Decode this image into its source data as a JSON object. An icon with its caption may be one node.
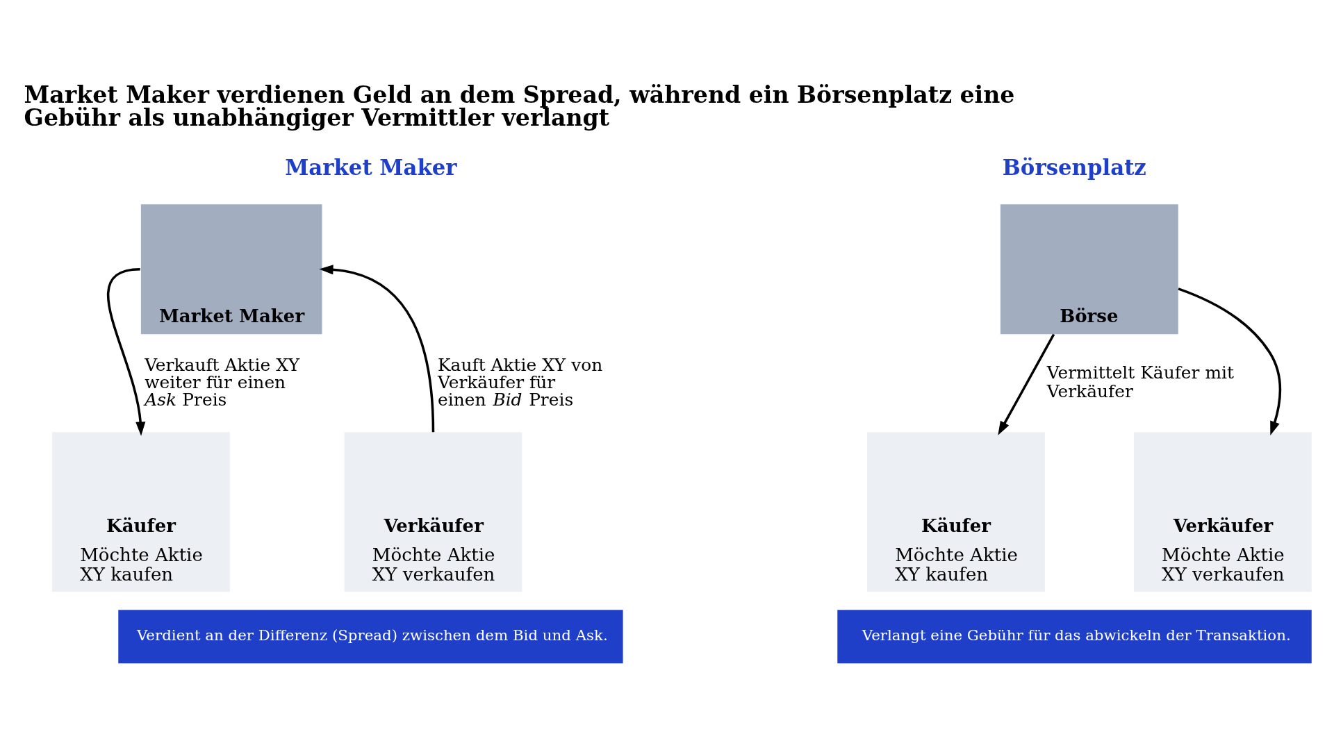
{
  "diagram": {
    "title": "Market Maker verdienen Geld an dem Spread, während ein Börsenplatz eine Gebühr als unabhängiger Vermittler verlangt",
    "nodes": [
      {
        "text": [
          "Market Maker"
        ]
      },
      {
        "text": [
          "Käufer",
          "Möchte Aktie XY kaufen"
        ]
      },
      {
        "text": [
          "Verkäufer",
          "Möchte Aktie XY verkaufen"
        ]
      },
      {
        "text": [
          "Verdient an der Differenz (Spread) zwischen dem Bid und Ask."
        ]
      },
      {
        "text": [
          "Börse"
        ]
      },
      {
        "text": [
          "Käufer",
          "Möchte Aktie XY kaufen"
        ]
      },
      {
        "text": [
          "Verkäufer",
          "Möchte Aktie XY verkaufen"
        ]
      },
      {
        "text": [
          "Verlangt eine Gebühr für das abwickeln der Transaktion."
        ]
      }
    ],
    "edges": [
      {
        "from": 0,
        "to": 1,
        "arrow": "to",
        "label": "Verkauft Aktie XY weiter für einen *Ask* Preis"
      },
      {
        "from": 2,
        "to": 0,
        "arrow": "to",
        "label": "Kauft Aktie XY von Verkäufer für einen *Bid* Preis"
      },
      {
        "from": 4,
        "to": 5,
        "arrow": "to",
        "label": "Vermittelt Käufer mit Verkäufer"
      },
      {
        "from": 4,
        "to": 6,
        "arrow": "to"
      }
    ],
    "labels": [
      "Market Maker",
      "Börsenplatz"
    ]
  }
}
